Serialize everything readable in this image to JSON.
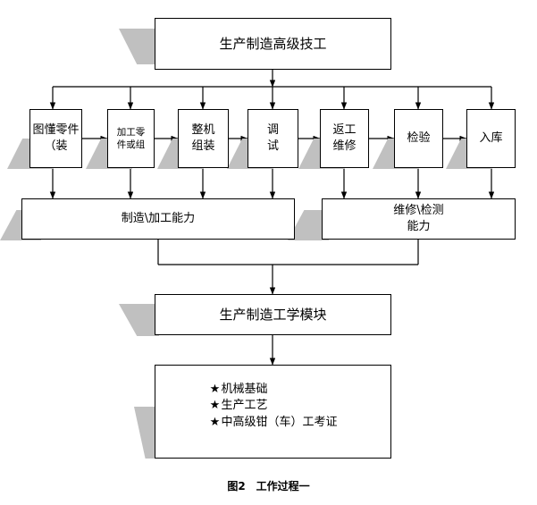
{
  "diagram": {
    "title_box": {
      "label": "生产制造高级技工"
    },
    "process_steps": [
      {
        "label": "图懂零件（装"
      },
      {
        "label": "加工零\n件或组"
      },
      {
        "label": "整机\n组装"
      },
      {
        "label": "调\n试"
      },
      {
        "label": "返工\n维修"
      },
      {
        "label": "检验"
      },
      {
        "label": "入库"
      }
    ],
    "capabilities": [
      {
        "label": "制造\\加工能力"
      },
      {
        "label": "维修\\检测\n能力"
      }
    ],
    "module_box": {
      "label": "生产制造工学模块"
    },
    "course_list": {
      "bullet": "★",
      "items": [
        {
          "label": "机械基础"
        },
        {
          "label": "生产工艺"
        },
        {
          "label": "中高级钳（车）工考证"
        }
      ]
    },
    "caption": "图2　工作过程一",
    "colors": {
      "stroke": "#000000",
      "fill": "#ffffff",
      "shadow": "#c0c0c0"
    }
  }
}
